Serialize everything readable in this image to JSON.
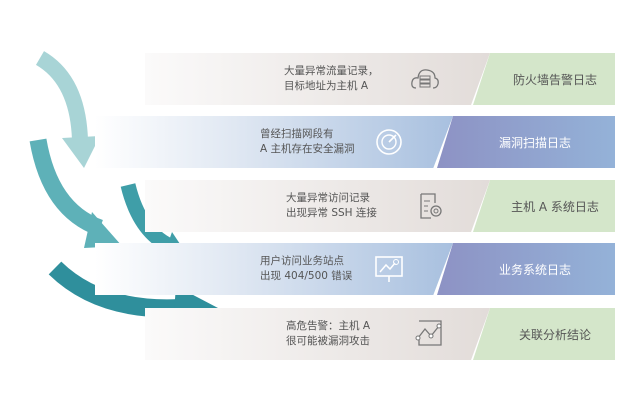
{
  "rows": [
    {
      "text1": "大量异常流量记录，",
      "text2": "目标地址为主机 A",
      "label": "防火墙告警日志",
      "icon": "cloud-server-icon"
    },
    {
      "text1": "曾经扫描网段有",
      "text2": "A 主机存在安全漏洞",
      "label": "漏洞扫描日志",
      "icon": "radar-scan-icon"
    },
    {
      "text1": "大量异常访问记录",
      "text2": "出现异常 SSH 连接",
      "label": "主机 A 系统日志",
      "icon": "document-gear-icon"
    },
    {
      "text1": "用户访问业务站点",
      "text2": "出现 404/500 错误",
      "label": "业务系统日志",
      "icon": "monitor-chart-icon"
    },
    {
      "text1": "高危告警：主机 A",
      "text2": "很可能被漏洞攻击",
      "label": "关联分析结论",
      "icon": "line-chart-icon"
    }
  ],
  "colors": {
    "arrow_light": "#9ccfd2",
    "arrow_dark": "#2f8f9c",
    "green": "#d4e6ca",
    "purple": "#8d92c4"
  }
}
